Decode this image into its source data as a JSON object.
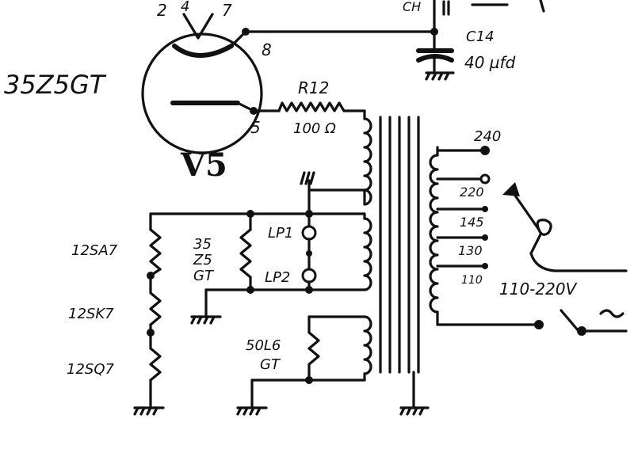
{
  "tube": {
    "type_label": "35Z5GT",
    "ref": "V5",
    "pins": [
      "2",
      "4",
      "7",
      "8",
      "5"
    ]
  },
  "resistor": {
    "ref": "R12",
    "value": "100 Ω"
  },
  "capacitor": {
    "ref": "C14",
    "value": "40 µfd"
  },
  "top_cut_label": "CH",
  "heater_chain": [
    "12SA7",
    "12SK7",
    "12SQ7"
  ],
  "heater_35z5": [
    "35",
    "Z5",
    "GT"
  ],
  "heater_50l6": [
    "50L6",
    "GT"
  ],
  "pilot_lamps": [
    "LP1",
    "LP2"
  ],
  "primary_taps": [
    "240",
    "220",
    "145",
    "130",
    "110"
  ],
  "voltage_switch": "110-220V"
}
